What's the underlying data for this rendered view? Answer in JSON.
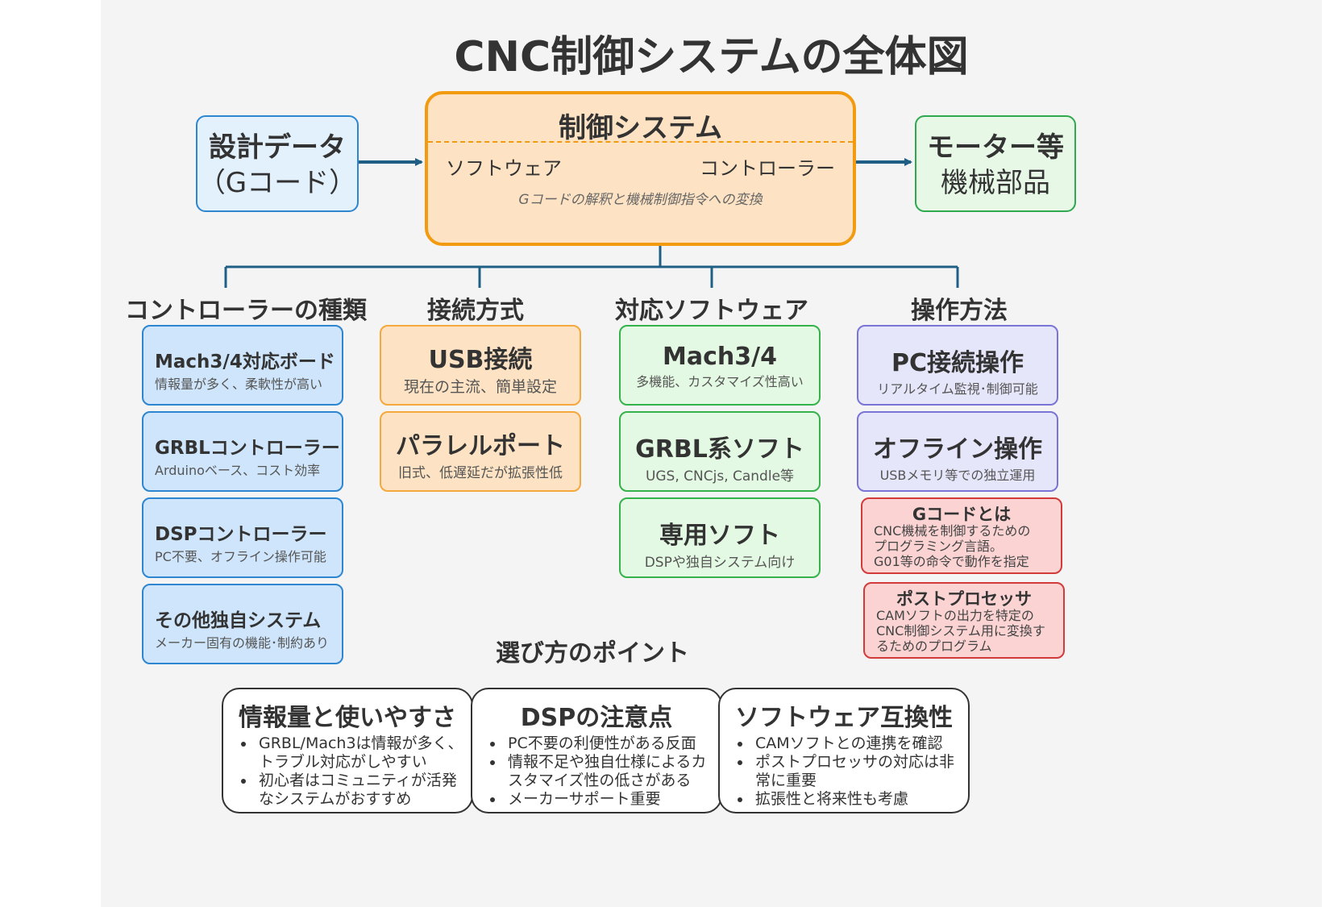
{
  "title": "CNC制御システムの全体図",
  "input_box": {
    "line1": "設計データ",
    "line2": "（Gコード）"
  },
  "control_box": {
    "title": "制御システム",
    "left_label": "ソフトウェア",
    "right_label": "コントローラー",
    "description": "Gコードの解釈と機械制御指令への変換"
  },
  "output_box": {
    "line1": "モーター等",
    "line2": "機械部品"
  },
  "columns": [
    {
      "header": "コントローラーの種類",
      "cards": [
        {
          "title": "Mach3/4対応ボード",
          "desc": "情報量が多く、柔軟性が高い"
        },
        {
          "title": "GRBLコントローラー",
          "desc": "Arduinoベース、コスト効率"
        },
        {
          "title": "DSPコントローラー",
          "desc": "PC不要、オフライン操作可能"
        },
        {
          "title": "その他独自システム",
          "desc": "メーカー固有の機能･制約あり"
        }
      ]
    },
    {
      "header": "接続方式",
      "cards": [
        {
          "title": "USB接続",
          "desc": "現在の主流、簡単設定"
        },
        {
          "title": "パラレルポート",
          "desc": "旧式、低遅延だが拡張性低"
        }
      ]
    },
    {
      "header": "対応ソフトウェア",
      "cards": [
        {
          "title": "Mach3/4",
          "desc": "多機能、カスタマイズ性高い"
        },
        {
          "title": "GRBL系ソフト",
          "desc": "UGS, CNCjs, Candle等"
        },
        {
          "title": "専用ソフト",
          "desc": "DSPや独自システム向け"
        }
      ]
    },
    {
      "header": "操作方法",
      "cards": [
        {
          "title": "PC接続操作",
          "desc": "リアルタイム監視･制御可能"
        },
        {
          "title": "オフライン操作",
          "desc": "USBメモリ等での独立運用"
        }
      ]
    }
  ],
  "notes": [
    {
      "title": "Gコードとは",
      "lines": [
        "CNC機械を制御するための",
        "プログラミング言語。",
        "G01等の命令で動作を指定"
      ]
    },
    {
      "title": "ポストプロセッサ",
      "lines": [
        "CAMソフトの出力を特定の",
        "CNC制御システム用に変換す",
        "るためのプログラム"
      ]
    }
  ],
  "points_title": "選び方のポイント",
  "points": [
    {
      "title": "情報量と使いやすさ",
      "items": [
        "GRBL/Mach3は情報が多く、トラブル対応がしやすい",
        "初心者はコミュニティが活発なシステムがおすすめ"
      ]
    },
    {
      "title": "DSPの注意点",
      "items": [
        "PC不要の利便性がある反面",
        "情報不足や独自仕様によるカスタマイズ性の低さがある",
        "メーカーサポート重要"
      ]
    },
    {
      "title": "ソフトウェア互換性",
      "items": [
        "CAMソフトとの連携を確認",
        "ポストプロセッサの対応は非常に重要",
        "拡張性と将来性も考慮"
      ]
    }
  ],
  "colors": {
    "arrow": "#1f5f86",
    "blue": "#2e86d0",
    "orange": "#f29b11",
    "green": "#2fa84f",
    "purple": "#7a74d6",
    "red": "#d33b3b"
  }
}
